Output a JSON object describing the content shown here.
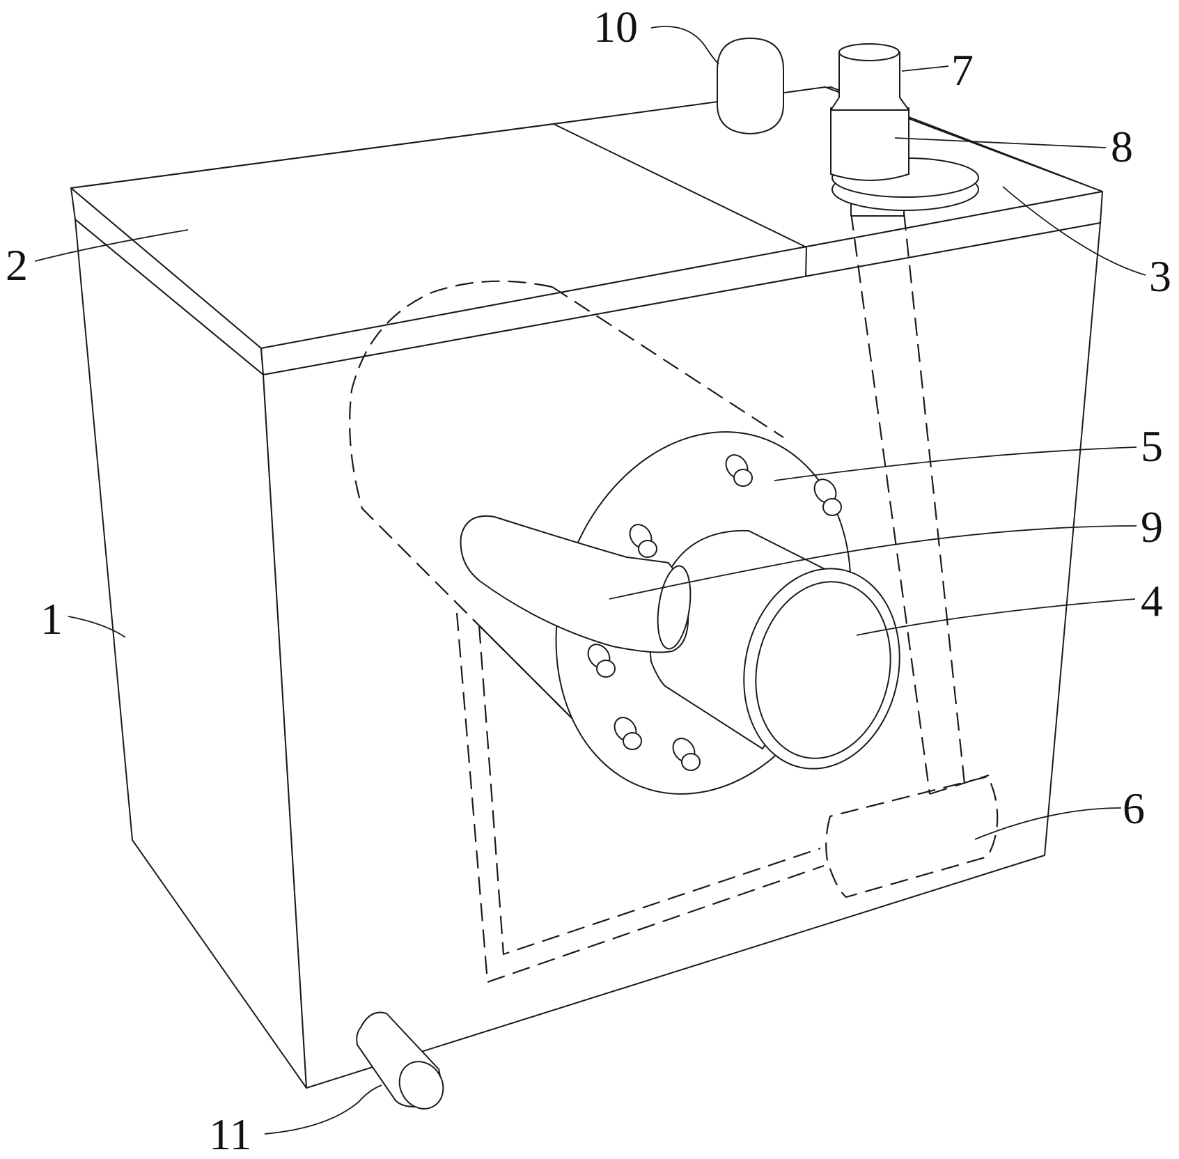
{
  "figure": {
    "labels": {
      "body": "1",
      "lid_left": "2",
      "lid_right": "3",
      "outlet_pipe": "4",
      "flange": "5",
      "lower_block": "6",
      "top_cap": "7",
      "top_fitting": "8",
      "bent_pipe": "9",
      "top_knob": "10",
      "drain_pipe": "11"
    }
  }
}
